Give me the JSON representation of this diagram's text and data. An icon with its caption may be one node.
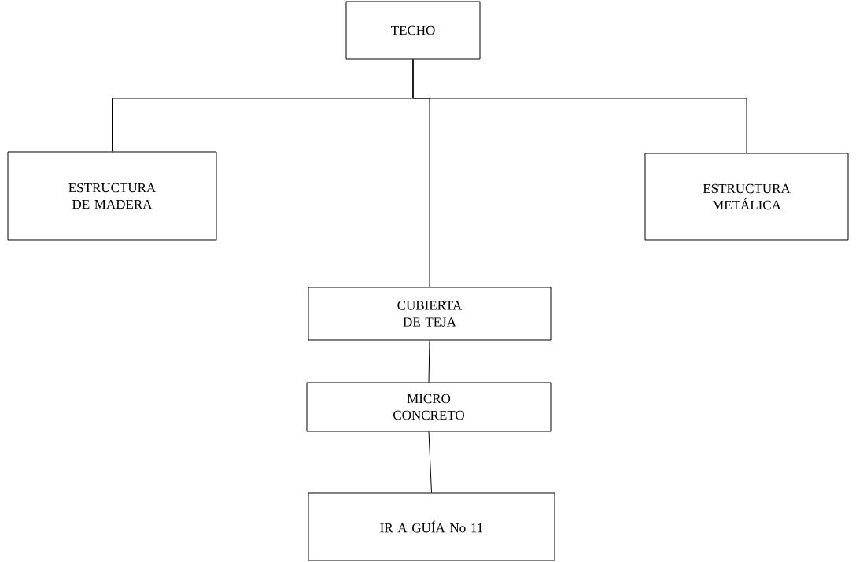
{
  "diagram": {
    "nodes": [
      {
        "text": [
          "TECHO"
        ]
      },
      {
        "text": [
          "ESTRUCTURA DE MADERA"
        ]
      },
      {
        "text": [
          "ESTRUCTURA METÁLICA"
        ]
      },
      {
        "text": [
          "CUBIERTA DE TEJA"
        ]
      },
      {
        "text": [
          "MICRO CONCRETO"
        ]
      },
      {
        "text": [
          "IR A GUÍA No 11"
        ]
      }
    ],
    "edges": [
      {
        "from": 0,
        "to": 1,
        "arrow": "none"
      },
      {
        "from": 0,
        "to": 2,
        "arrow": "none"
      },
      {
        "from": 0,
        "to": 3,
        "arrow": "none"
      },
      {
        "from": 3,
        "to": 4,
        "arrow": "none"
      },
      {
        "from": 4,
        "to": 5,
        "arrow": "none"
      }
    ]
  }
}
